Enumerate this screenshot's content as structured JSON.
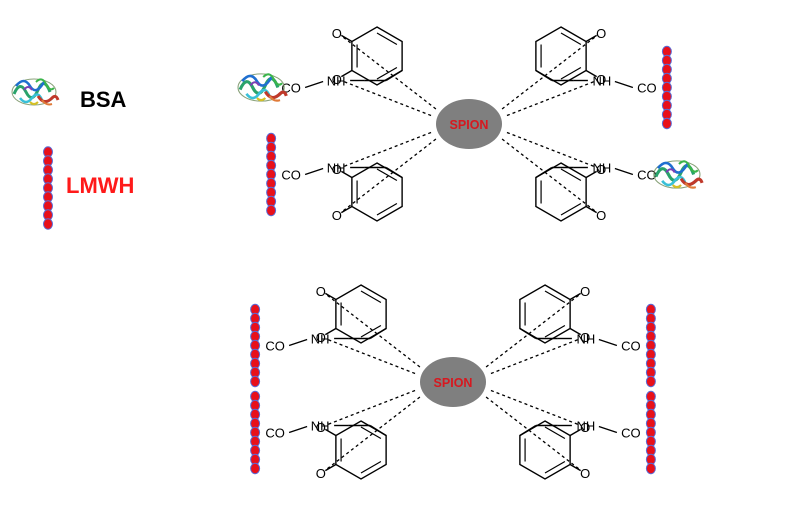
{
  "legend": {
    "bsa_label": "BSA",
    "lmwh_label": "LMWH"
  },
  "labels": {
    "spion": "SPION",
    "oxygen": "O",
    "amine": "NH",
    "carbonyl": "CO"
  },
  "colors": {
    "spion_fill": "#7f7f7f",
    "spion_text": "#d7181f",
    "lmwh_bead": "#e8101a",
    "lmwh_outline": "#5b6bd6",
    "lmwh_text": "#ff1a1a",
    "bsa_text": "#000000",
    "bond": "#000000"
  },
  "clusters": [
    {
      "name": "spion-cluster-top",
      "arms": [
        {
          "name": "arm-top-left",
          "terminal": "BSA"
        },
        {
          "name": "arm-top-right",
          "terminal": "LMWH"
        },
        {
          "name": "arm-bottom-left",
          "terminal": "LMWH"
        },
        {
          "name": "arm-bottom-right",
          "terminal": "BSA"
        }
      ]
    },
    {
      "name": "spion-cluster-bottom",
      "arms": [
        {
          "name": "arm-top-left",
          "terminal": "LMWH"
        },
        {
          "name": "arm-top-right",
          "terminal": "LMWH"
        },
        {
          "name": "arm-bottom-left",
          "terminal": "LMWH"
        },
        {
          "name": "arm-bottom-right",
          "terminal": "LMWH"
        }
      ]
    }
  ]
}
